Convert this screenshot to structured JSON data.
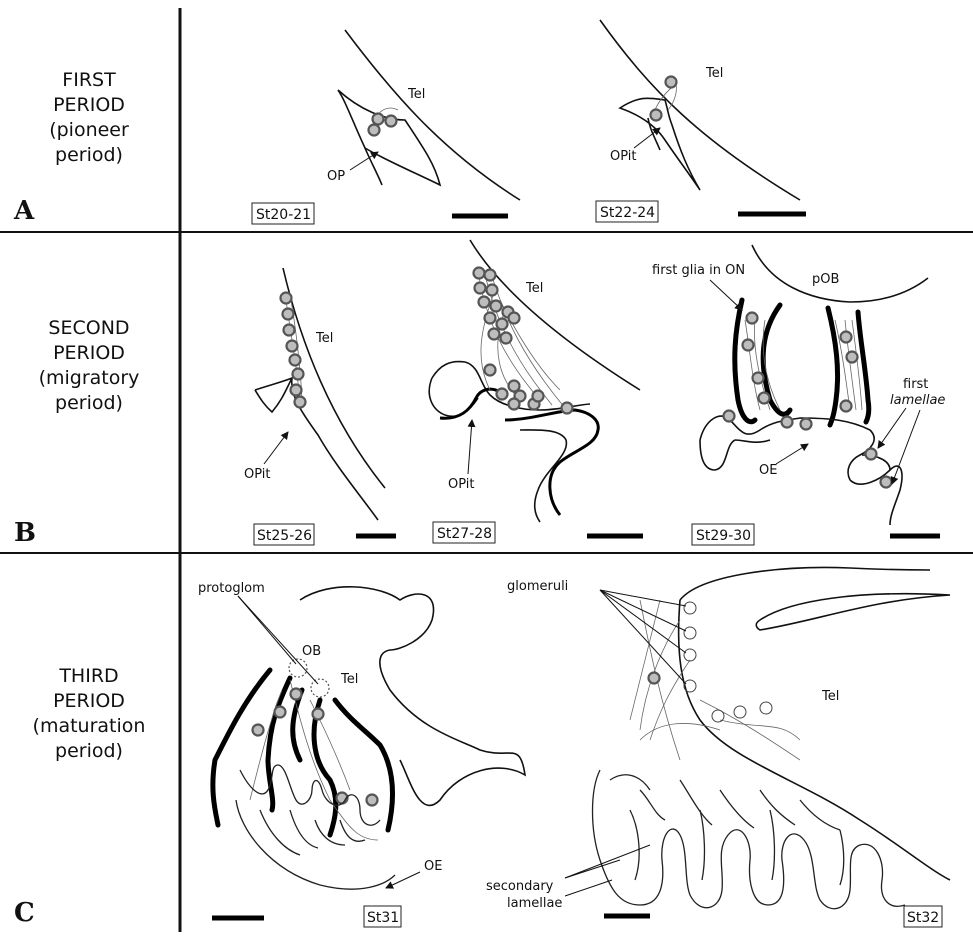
{
  "rows": [
    {
      "letter": "A",
      "title_lines": [
        "FIRST",
        "PERIOD",
        "(pioneer",
        "period)"
      ]
    },
    {
      "letter": "B",
      "title_lines": [
        "SECOND",
        "PERIOD",
        "(migratory",
        "period)"
      ]
    },
    {
      "letter": "C",
      "title_lines": [
        "THIRD",
        "PERIOD",
        "(maturation",
        "period)"
      ]
    }
  ],
  "stages": [
    "St20-21",
    "St22-24",
    "St25-26",
    "St27-28",
    "St29-30",
    "St31",
    "St32"
  ],
  "labels": {
    "tel": "Tel",
    "op": "OP",
    "opit": "OPit",
    "oe": "OE",
    "pob": "pOB",
    "ob": "OB",
    "first_glia": "first glia in ON",
    "first": "first",
    "lamellae": "lamellae",
    "protoglom": "protoglom",
    "glomeruli": "glomeruli",
    "secondary": "secondary",
    "secondary_lamellae": "lamellae"
  }
}
